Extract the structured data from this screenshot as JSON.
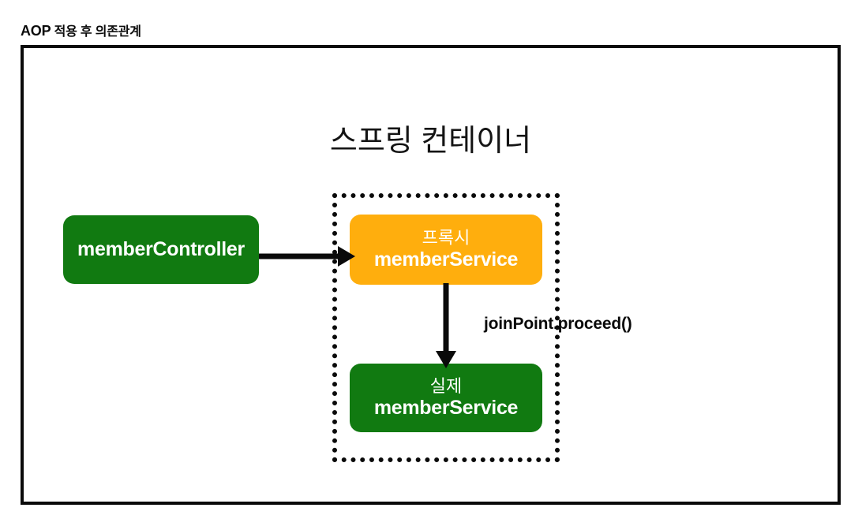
{
  "caption": {
    "latin": "AOP",
    "korean": " 적용 후 의존관계",
    "full": "AOP 적용 후 의존관계"
  },
  "container": {
    "title": "스프링 컨테이너",
    "border_color": "#0a0a0a"
  },
  "nodes": {
    "member_controller": {
      "label": "memberController",
      "color": "#117a11",
      "text_color": "#ffffff"
    },
    "proxy_member_service": {
      "ko_label": "프록시",
      "en_label": "memberService",
      "color": "#ffae0d",
      "text_color": "#ffffff"
    },
    "real_member_service": {
      "ko_label": "실제",
      "en_label": "memberService",
      "color": "#117a11",
      "text_color": "#ffffff"
    }
  },
  "group": {
    "name": "proxy-boundary",
    "border_style": "dotted",
    "border_color": "#0a0a0a"
  },
  "annotations": {
    "join_point": "joinPoint.proceed()"
  },
  "arrows": {
    "controller_to_proxy": "memberController -> 프록시 memberService",
    "proxy_to_real": "프록시 memberService -> 실제 memberService"
  }
}
